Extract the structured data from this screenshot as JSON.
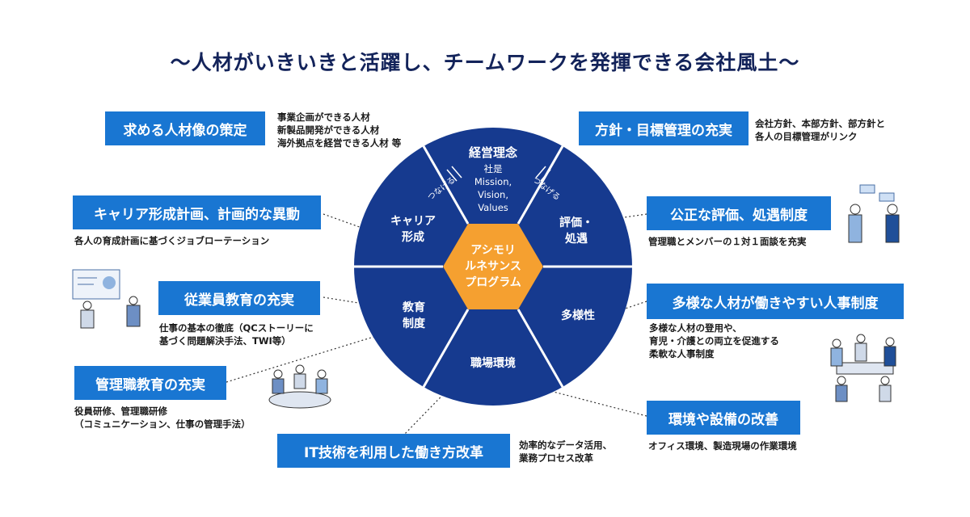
{
  "title": "〜人材がいきいきと活躍し、チームワークを発揮できる会社風土〜",
  "center": {
    "lines": [
      "アシモリ",
      "ルネサンス",
      "プログラム"
    ]
  },
  "segments": {
    "top": {
      "title": "経営理念",
      "sub": [
        "社是",
        "Mission,",
        "Vision,",
        "Values"
      ]
    },
    "upper_right": {
      "lines": [
        "評価・",
        "処遇"
      ]
    },
    "lower_right": {
      "lines": [
        "多様性"
      ]
    },
    "bottom": {
      "lines": [
        "職場環境"
      ]
    },
    "lower_left": {
      "lines": [
        "教育",
        "制度"
      ]
    },
    "upper_left": {
      "lines": [
        "キャリア",
        "形成"
      ]
    }
  },
  "connector_label": "つなげる",
  "items": {
    "ideal_person": {
      "label": "求める人材像の策定",
      "desc": [
        "事業企画ができる人材",
        "新製品開発ができる人材",
        "海外拠点を経営できる人材 等"
      ]
    },
    "career_plan": {
      "label": "キャリア形成計画、計画的な異動",
      "desc": [
        "各人の育成計画に基づくジョブローテーション"
      ]
    },
    "employee_edu": {
      "label": "従業員教育の充実",
      "desc": [
        "仕事の基本の徹底（QCストーリーに",
        "基づく問題解決手法、TWI等）"
      ]
    },
    "manager_edu": {
      "label": "管理職教育の充実",
      "desc": [
        "役員研修、管理職研修",
        "（コミュニケーション、仕事の管理手法）"
      ]
    },
    "it_reform": {
      "label": "IT技術を利用した働き方改革",
      "desc": [
        "効率的なデータ活用、",
        "業務プロセス改革"
      ]
    },
    "policy": {
      "label": "方針・目標管理の充実",
      "desc": [
        "会社方針、本部方針、部方針と",
        "各人の目標管理がリンク"
      ]
    },
    "evaluation": {
      "label": "公正な評価、処遇制度",
      "desc": [
        "管理職とメンバーの１対１面談を充実"
      ]
    },
    "diversity": {
      "label": "多様な人材が働きやすい人事制度",
      "desc": [
        "多様な人材の登用や、",
        "育児・介護との両立を促進する",
        "柔軟な人事制度"
      ]
    },
    "environment": {
      "label": "環境や設備の改善",
      "desc": [
        "オフィス環境、製造現場の作業環境"
      ]
    }
  },
  "colors": {
    "wheel": "#163a8f",
    "center": "#f5a030",
    "box": "#1976d2",
    "title": "#13235a"
  }
}
